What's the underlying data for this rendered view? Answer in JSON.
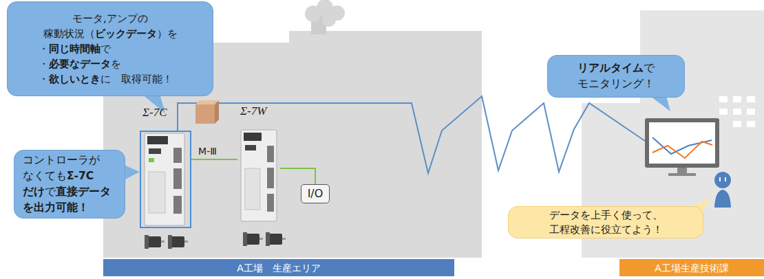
{
  "diagram": {
    "nodes": [
      {
        "text": [
          "モータ,アンプの 稼動状況（ビックデータ）を",
          "・同じ時間軸で",
          "・必要なデータを",
          "・欲しいときに　取得可能！"
        ]
      },
      {
        "text": [
          "Σ-7C"
        ]
      },
      {
        "text": [
          "Σ-7W"
        ]
      },
      {
        "text": [
          "コントローラが なくてもΣ-7C だけで直接データ を出力可能！"
        ]
      },
      {
        "text": [
          "I/O"
        ]
      },
      {
        "text": [
          "リアルタイムで モニタリング！"
        ]
      },
      {
        "text": [
          "データを上手く使って、 工程改善に役立てよう！"
        ]
      },
      {
        "text": [
          "A工場　生産エリア"
        ]
      },
      {
        "text": [
          "A工場生産技術課"
        ]
      }
    ],
    "edges": [
      {
        "from": 1,
        "to": 2,
        "label": "M-Ⅲ",
        "arrow": "none"
      },
      {
        "from": 2,
        "to": 4,
        "arrow": "none"
      }
    ]
  }
}
